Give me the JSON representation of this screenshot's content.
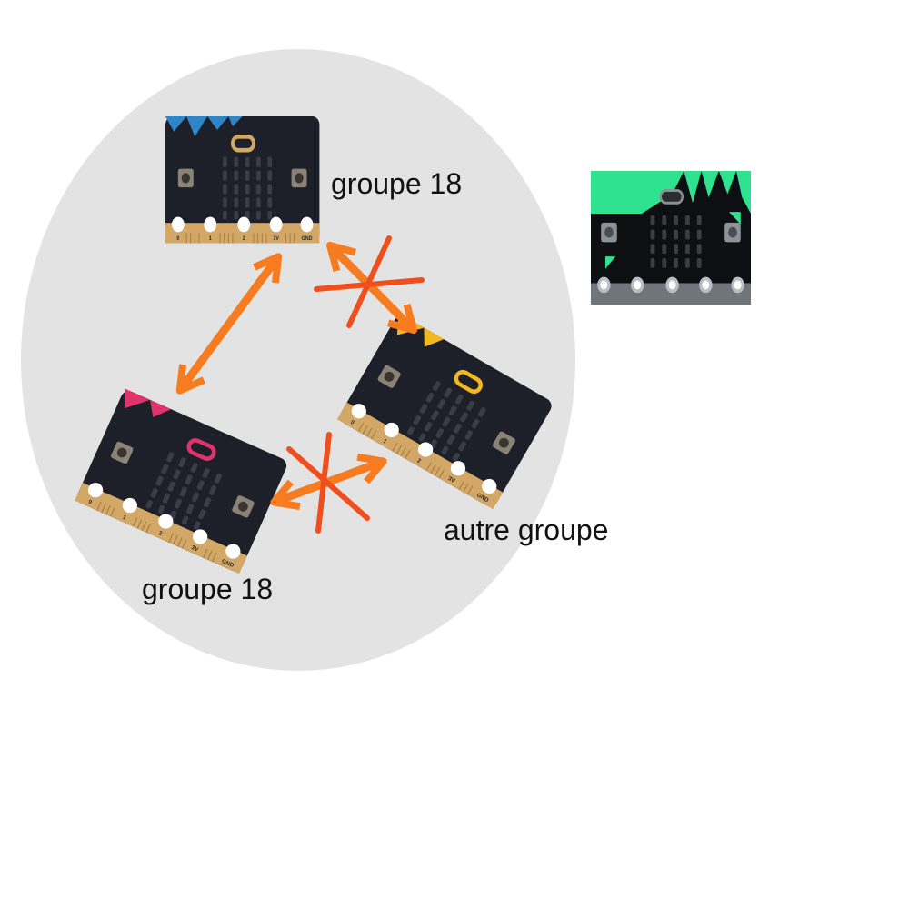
{
  "labels": {
    "top_board": "groupe 18",
    "bottom_left_board": "groupe 18",
    "right_board": "autre groupe"
  },
  "board_pin_labels": [
    "0",
    "1",
    "2",
    "3V",
    "GND"
  ],
  "colors": {
    "group_circle": "#e3e3e3",
    "arrow": "#f77b1f",
    "cross": "#f04e1c",
    "board_body": "#1e2029",
    "board_gold": "#d3a867",
    "accent_blue": "#2d86c8",
    "accent_pink": "#e0336c",
    "accent_yellow": "#f3b720",
    "accent_green": "#2ee28f"
  }
}
